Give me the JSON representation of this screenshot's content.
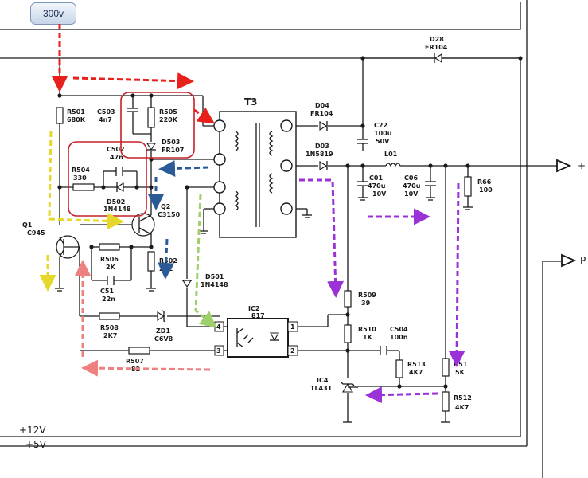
{
  "callout": {
    "text": "300v"
  },
  "components": {
    "R501": {
      "ref": "R501",
      "value": "680K"
    },
    "C503": {
      "ref": "C503",
      "value": "4n7"
    },
    "R505": {
      "ref": "R505",
      "value": "220K"
    },
    "D503": {
      "ref": "D503",
      "value": "FR107"
    },
    "C502": {
      "ref": "C502",
      "value": "47n"
    },
    "R504": {
      "ref": "R504",
      "value": "330"
    },
    "D502": {
      "ref": "D502",
      "value": "1N4148"
    },
    "Q1": {
      "ref": "Q1",
      "value": "C945"
    },
    "Q2": {
      "ref": "Q2",
      "value": "C3150"
    },
    "R506": {
      "ref": "R506",
      "value": "2K"
    },
    "C51": {
      "ref": "C51",
      "value": "22n"
    },
    "R502": {
      "ref": "R502",
      "value": "2R2"
    },
    "D501": {
      "ref": "D501",
      "value": "1N4148"
    },
    "R508": {
      "ref": "R508",
      "value": "2K7"
    },
    "ZD1": {
      "ref": "ZD1",
      "value": "C6V8"
    },
    "R507": {
      "ref": "R507",
      "value": "82"
    },
    "IC2": {
      "ref": "IC2",
      "value": "817"
    },
    "T3": {
      "ref": "T3"
    },
    "D04": {
      "ref": "D04",
      "value": "FR104"
    },
    "C22": {
      "ref": "C22",
      "value": "100u",
      "voltage": "50V"
    },
    "D28": {
      "ref": "D28",
      "value": "FR104"
    },
    "D03": {
      "ref": "D03",
      "value": "1N5819"
    },
    "L01": {
      "ref": "L01"
    },
    "C01": {
      "ref": "C01",
      "value": "470u",
      "voltage": "10V"
    },
    "C06": {
      "ref": "C06",
      "value": "470u",
      "voltage": "10V"
    },
    "R66": {
      "ref": "R66",
      "value": "100"
    },
    "R509": {
      "ref": "R509",
      "value": "39"
    },
    "R510": {
      "ref": "R510",
      "value": "1K"
    },
    "C504": {
      "ref": "C504",
      "value": "100n"
    },
    "R513": {
      "ref": "R513",
      "value": "4K7"
    },
    "R51": {
      "ref": "R51",
      "value": "5K"
    },
    "R512": {
      "ref": "R512",
      "value": "4K7"
    },
    "IC4": {
      "ref": "IC4",
      "value": "TL431"
    }
  },
  "pins": {
    "p1": "1",
    "p2": "2",
    "p3": "3",
    "p4": "4"
  },
  "rails": {
    "v12": "+12V",
    "v5": "+5V"
  },
  "outputs": {
    "out_top": "+",
    "out_mid": "P"
  },
  "arrow_colors": {
    "red": "#e8201c",
    "yellow": "#e6d82a",
    "blue": "#2b5a99",
    "green": "#9ecf6a",
    "purple": "#9a32d8",
    "pink": "#ef8080",
    "highlight_box": "#c8202a"
  }
}
